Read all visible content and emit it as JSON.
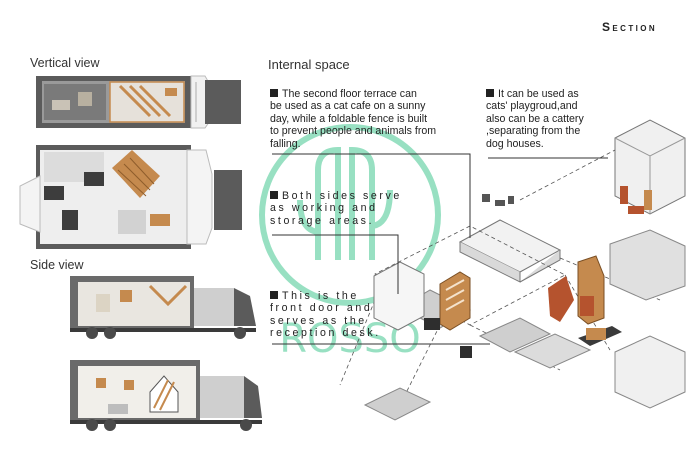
{
  "header": {
    "title": "Section"
  },
  "left_panel": {
    "vertical_view_label": "Vertical view",
    "side_view_label": "Side view"
  },
  "internal_space": {
    "heading": "Internal space",
    "notes": [
      {
        "id": "terrace",
        "lines": [
          "The second floor terrace can",
          "be used as a cat cafe on a sunny",
          "day, while a foldable fence is built",
          "to prevent people and animals from",
          "falling."
        ]
      },
      {
        "id": "cattery",
        "lines": [
          "It can be used as",
          "cats' playgroud,and",
          "also can be a cattery",
          ",separating from the",
          "dog houses."
        ]
      },
      {
        "id": "storage",
        "lines": [
          "Both sides serve",
          "as working and",
          "storage areas."
        ]
      },
      {
        "id": "reception",
        "lines": [
          "This is the",
          "front door and",
          "serves as the",
          "reception desk."
        ]
      }
    ]
  },
  "watermark": {
    "text": "ROSSO",
    "color": "#7fd9b4"
  },
  "colors": {
    "dark_wall": "#5b5b5b",
    "floor_gray": "#d6d6d6",
    "wood": "#c58a4e",
    "rust": "#b5532e",
    "leader": "#333333"
  }
}
